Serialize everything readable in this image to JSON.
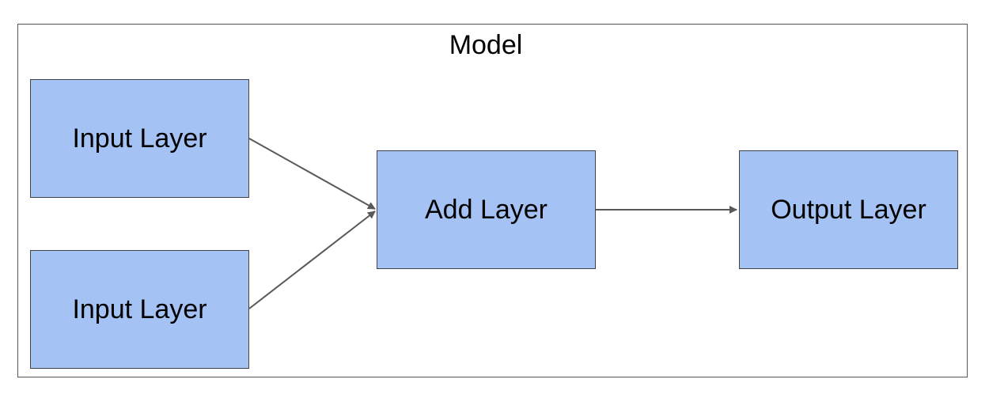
{
  "diagram": {
    "container_title": "Model",
    "nodes": [
      {
        "id": "input-1",
        "label": "Input Layer"
      },
      {
        "id": "input-2",
        "label": "Input Layer"
      },
      {
        "id": "add",
        "label": "Add Layer"
      },
      {
        "id": "output",
        "label": "Output Layer"
      }
    ],
    "edges": [
      {
        "from": "input-1",
        "to": "add"
      },
      {
        "from": "input-2",
        "to": "add"
      },
      {
        "from": "add",
        "to": "output"
      }
    ],
    "colors": {
      "node_fill": "#a4c2f4",
      "node_border": "#434343",
      "edge": "#595959",
      "frame_border": "#555555"
    }
  }
}
